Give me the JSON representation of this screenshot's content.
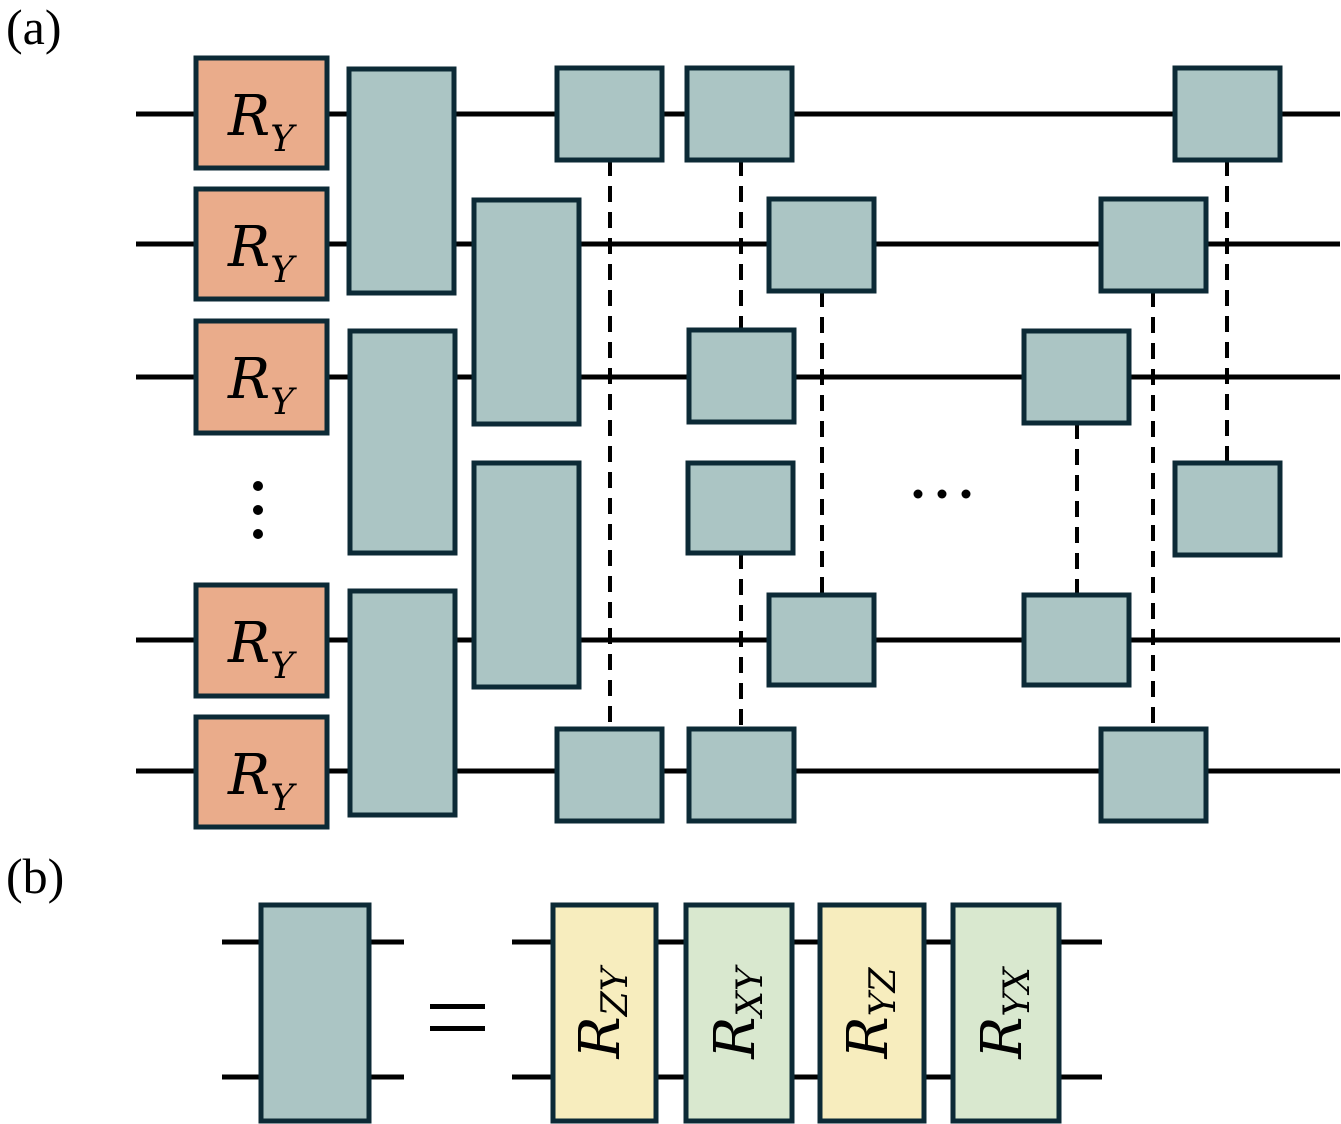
{
  "panels": {
    "a": {
      "label": "(a)"
    },
    "b": {
      "label": "(b)"
    }
  },
  "gate_ry": {
    "main": "R",
    "sub": "Y"
  },
  "ellipsis": "···",
  "equals": "=",
  "decomposition": [
    {
      "main": "R",
      "sub": "ZY",
      "color": "#f7edbe"
    },
    {
      "main": "R",
      "sub": "XY",
      "color": "#d9e8cf"
    },
    {
      "main": "R",
      "sub": "YZ",
      "color": "#f7edbe"
    },
    {
      "main": "R",
      "sub": "YX",
      "color": "#d9e8cf"
    }
  ],
  "colors": {
    "ry_gate": "#eaac8b",
    "two_qubit_gate": "#abc5c4",
    "outline": "#0c2a36"
  }
}
